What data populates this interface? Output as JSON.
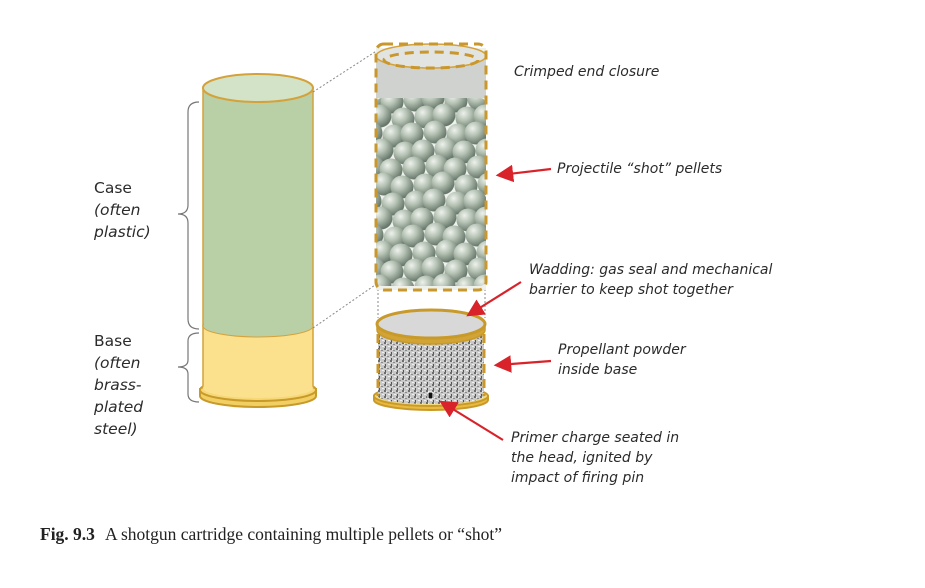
{
  "left_labels": {
    "case": {
      "title": "Case",
      "sub": [
        "(often",
        "plastic)"
      ]
    },
    "base": {
      "title": "Base",
      "sub": [
        "(often",
        "brass-",
        "plated",
        "steel)"
      ]
    }
  },
  "callouts": {
    "crimp": "Crimped end closure",
    "shot": "Projectile “shot” pellets",
    "wadding": [
      "Wadding: gas seal and mechanical",
      "barrier to keep shot together"
    ],
    "powder": [
      "Propellant powder",
      "inside base"
    ],
    "primer": [
      "Primer charge seated in",
      "the head, ignited by",
      "impact of firing pin"
    ]
  },
  "caption": {
    "figure_number": "Fig. 9.3",
    "text": "A shotgun cartridge containing multiple pellets or “shot”"
  },
  "colors": {
    "case_green": "#b9d0a6",
    "case_top": "#d3e3c8",
    "base_yellow": "#fbe08e",
    "rim_gold": "#c89a2a",
    "outline": "#d4a23a",
    "arrow_red": "#d8232a",
    "pellet": "#9fb0a0",
    "wad_grey": "#d8d8d8"
  }
}
